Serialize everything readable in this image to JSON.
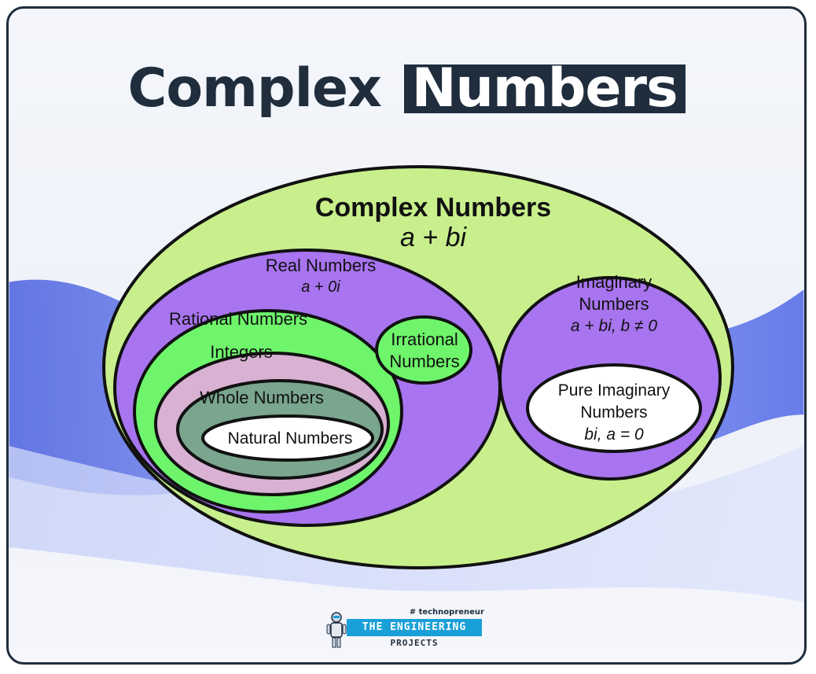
{
  "header": {
    "title_part1": "Complex",
    "title_part2": "Numbers"
  },
  "diagram": {
    "complex": {
      "label": "Complex Numbers",
      "formula": "a + bi"
    },
    "real": {
      "label": "Real Numbers",
      "formula": "a + 0i"
    },
    "rational": {
      "label": "Rational Numbers"
    },
    "integers": {
      "label": "Integers"
    },
    "whole": {
      "label": "Whole Numbers"
    },
    "natural": {
      "label": "Natural Numbers"
    },
    "irrational": {
      "line1": "Irrational",
      "line2": "Numbers"
    },
    "imaginary": {
      "line1": "Imaginary",
      "line2": "Numbers",
      "formula": "a + bi, b ≠ 0"
    },
    "pure_imaginary": {
      "line1": "Pure Imaginary",
      "line2": "Numbers",
      "formula": "bi, a = 0"
    }
  },
  "logo": {
    "tag": "# technopreneur",
    "name": "THE ENGINEERING",
    "sub": "PROJECTS"
  },
  "colors": {
    "complex_fill": "#c8ef8c",
    "real_fill": "#a874f0",
    "rational_fill": "#6ef56b",
    "integers_fill": "#d8b1d3",
    "whole_fill": "#7aa58f",
    "natural_fill": "#ffffff",
    "brand_dark": "#1f2d3d",
    "brand_blue": "#1aa0d8"
  }
}
